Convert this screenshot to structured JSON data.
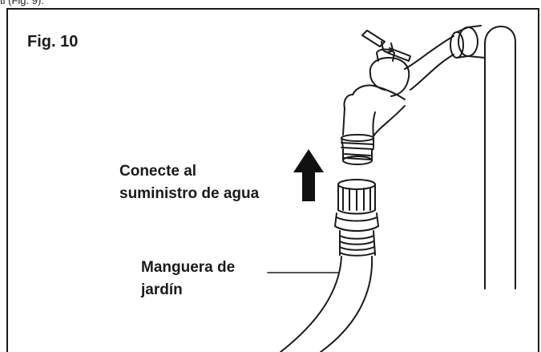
{
  "header_fragment": "ti (Fig. 9).",
  "figure": {
    "title": "Fig. 10",
    "labels": {
      "supply_line1": "Conecte al",
      "supply_line2": "suministro de agua",
      "hose_line1": "Manguera de",
      "hose_line2": "jardín"
    }
  },
  "icons": {
    "faucet": "faucet-icon",
    "arrow": "arrow-up-icon",
    "hose": "garden-hose-icon"
  }
}
